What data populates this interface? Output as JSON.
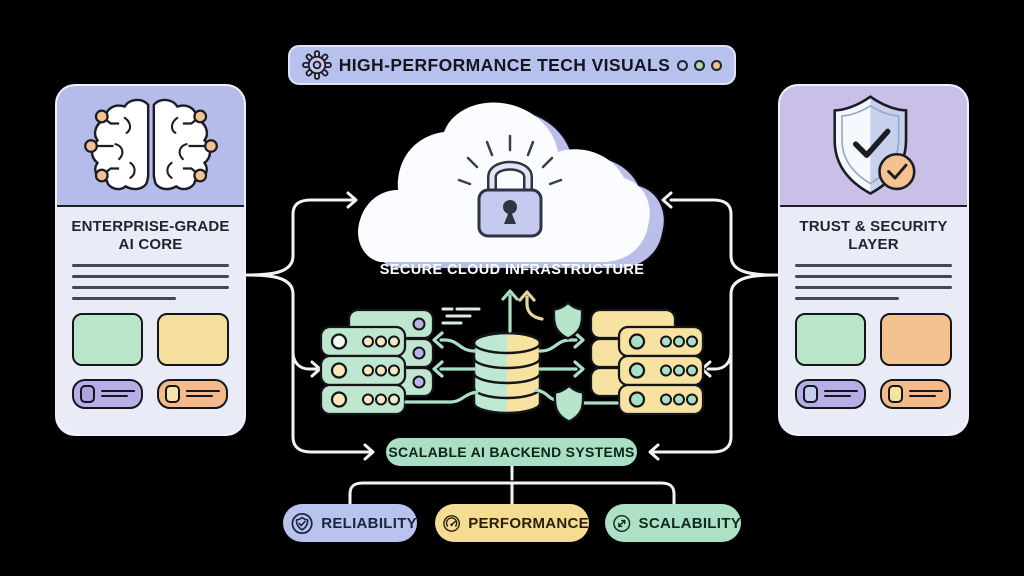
{
  "header": {
    "title": "HIGH-PERFORMANCE TECH VISUALS",
    "icon": "gear-icon",
    "bg": "#b7c1ee",
    "dots": [
      {
        "style": "outline",
        "color": "#b7c1ee"
      },
      {
        "style": "filled",
        "color": "#a9d9b2"
      },
      {
        "style": "filled",
        "color": "#eec18d"
      }
    ]
  },
  "left_card": {
    "title": "ENTERPRISE-GRADE AI CORE",
    "icon": "brain-circuit-icon",
    "header_bg": "#b6bce9",
    "body_bg": "#e9ecf6",
    "placeholder_lines": 4,
    "thumbnails": [
      {
        "color": "#b9e5c9"
      },
      {
        "color": "#f4df9e"
      }
    ],
    "chips": [
      {
        "color": "#b7aee8"
      },
      {
        "color": "#f3ba8b"
      }
    ]
  },
  "right_card": {
    "title": "TRUST & SECURITY LAYER",
    "icon": "shield-check-badge-icon",
    "header_bg": "#c9bfe7",
    "body_bg": "#e9ecf6",
    "placeholder_lines": 4,
    "thumbnails": [
      {
        "color": "#b9e5c9"
      },
      {
        "color": "#f4c28f"
      }
    ],
    "chips": [
      {
        "color": "#b7aee8"
      },
      {
        "color": "#f3ba8b"
      }
    ]
  },
  "center": {
    "cloud_label": "SECURE CLOUD INFRASTRUCTURE",
    "cloud_icon": "cloud-padlock-icon",
    "backend_label": "SCALABLE AI BACKEND SYSTEMS",
    "backend_bg": "#a9dfc2",
    "illustration_icons": [
      "server-stack-icon",
      "database-icon",
      "shield-icon"
    ]
  },
  "badges": [
    {
      "label": "RELIABILITY",
      "icon": "shield-check-icon",
      "bg": "#b8c3ee"
    },
    {
      "label": "PERFORMANCE",
      "icon": "gauge-icon",
      "bg": "#f5dc92"
    },
    {
      "label": "SCALABILITY",
      "icon": "expand-arrows-icon",
      "bg": "#ace1c6"
    }
  ],
  "colors": {
    "background": "#000000",
    "connector_lines": "#f3f3f5",
    "flow_arrows_green": "#a9dfc4",
    "flow_arrow_tan": "#e5d4a2",
    "outline_dark": "#15161c",
    "cloud_white": "#fbfcff",
    "cloud_shadow": "#b9bfe9",
    "server_left": "#bfe7cf",
    "server_right": "#f7e2a2",
    "database_left": "#bee8d4",
    "database_right": "#f7e2a2",
    "shield_green": "#b7e5c9"
  }
}
